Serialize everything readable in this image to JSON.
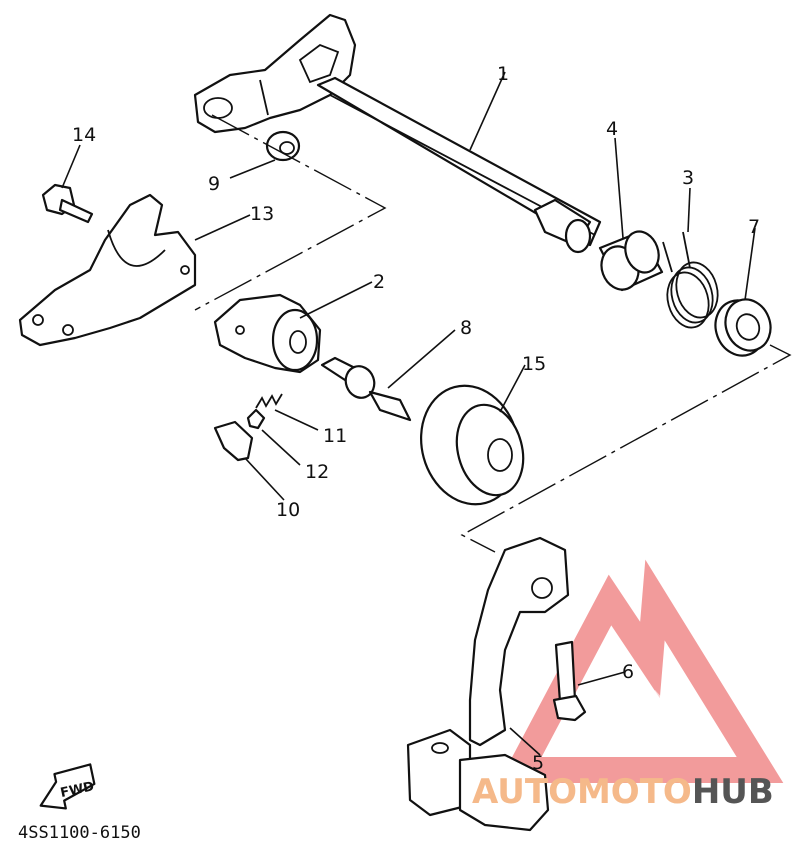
{
  "diagram": {
    "callouts": [
      {
        "id": "1",
        "label": "1"
      },
      {
        "id": "2",
        "label": "2"
      },
      {
        "id": "3",
        "label": "3"
      },
      {
        "id": "4",
        "label": "4"
      },
      {
        "id": "5",
        "label": "5"
      },
      {
        "id": "6",
        "label": "6"
      },
      {
        "id": "7",
        "label": "7"
      },
      {
        "id": "8",
        "label": "8"
      },
      {
        "id": "9",
        "label": "9"
      },
      {
        "id": "10",
        "label": "10"
      },
      {
        "id": "11",
        "label": "11"
      },
      {
        "id": "12",
        "label": "12"
      },
      {
        "id": "13",
        "label": "13"
      },
      {
        "id": "14",
        "label": "14"
      },
      {
        "id": "15",
        "label": "15"
      }
    ],
    "part_number": "4SS1100-6150",
    "fwd_label": "FWD"
  },
  "watermark": {
    "text_part1": "AUTOMOTO",
    "text_part2": "HUB",
    "color_primary": "#f08a8a",
    "color_secondary": "#f5b98a",
    "color_dark": "#555555"
  }
}
